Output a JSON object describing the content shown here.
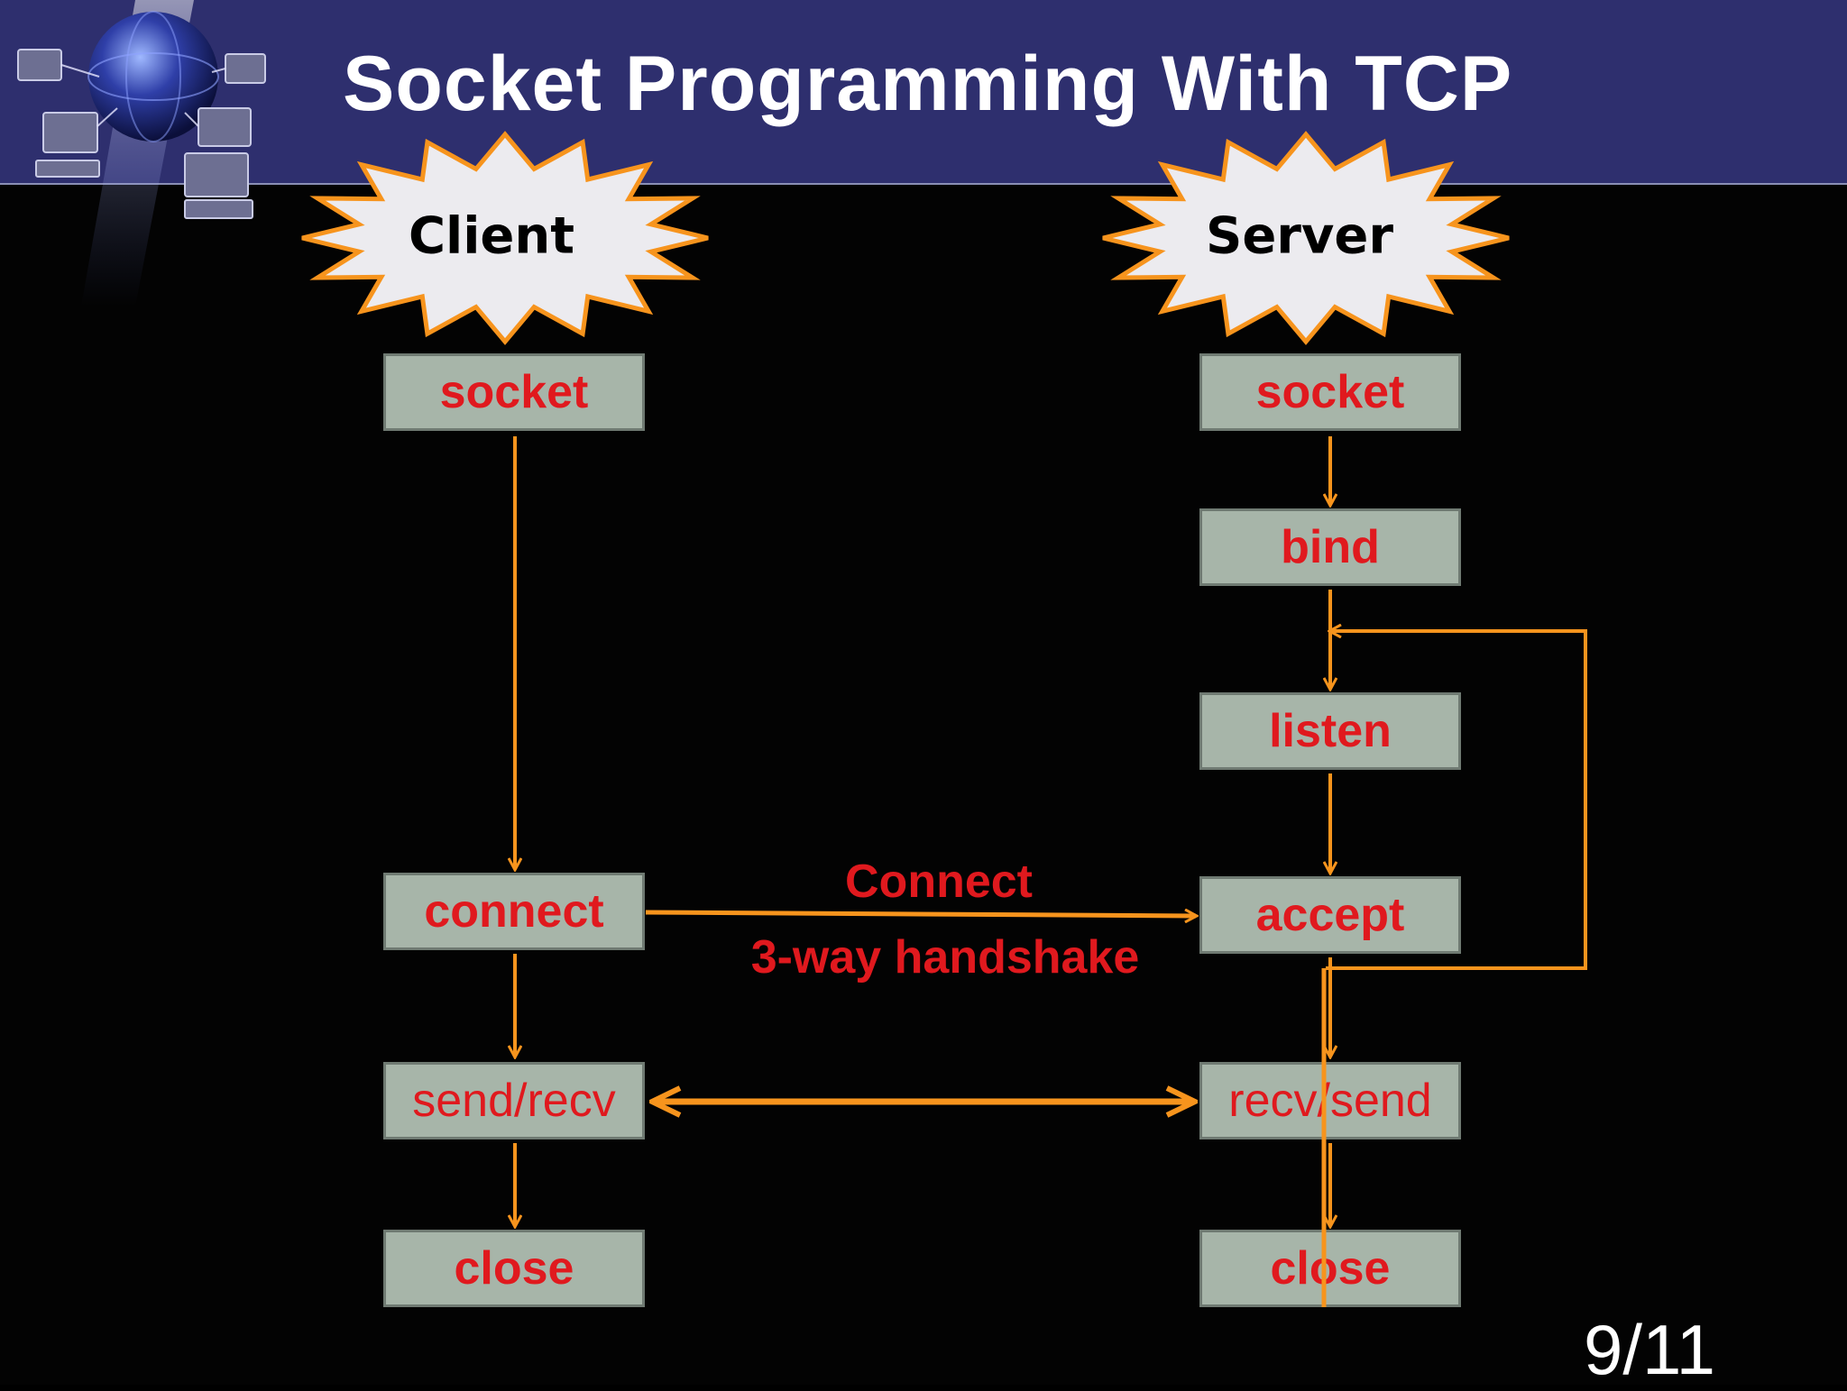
{
  "slide": {
    "title": "Socket Programming With TCP",
    "page_number": "9/11"
  },
  "colors": {
    "title_bar": "#2e2f6e",
    "box_fill": "#a7b5a9",
    "box_text": "#e0191e",
    "arrow": "#f7941d",
    "burst_fill": "#ecebef",
    "burst_stroke": "#f7941d"
  },
  "client": {
    "heading": "Client",
    "steps": [
      "socket",
      "connect",
      "send/recv",
      "close"
    ]
  },
  "server": {
    "heading": "Server",
    "steps": [
      "socket",
      "bind",
      "listen",
      "accept",
      "recv/send",
      "close"
    ]
  },
  "connection": {
    "label_top": "Connect",
    "label_bottom": "3-way handshake"
  },
  "decoration": {
    "logo_icon": "networked-computers-globe-icon"
  }
}
